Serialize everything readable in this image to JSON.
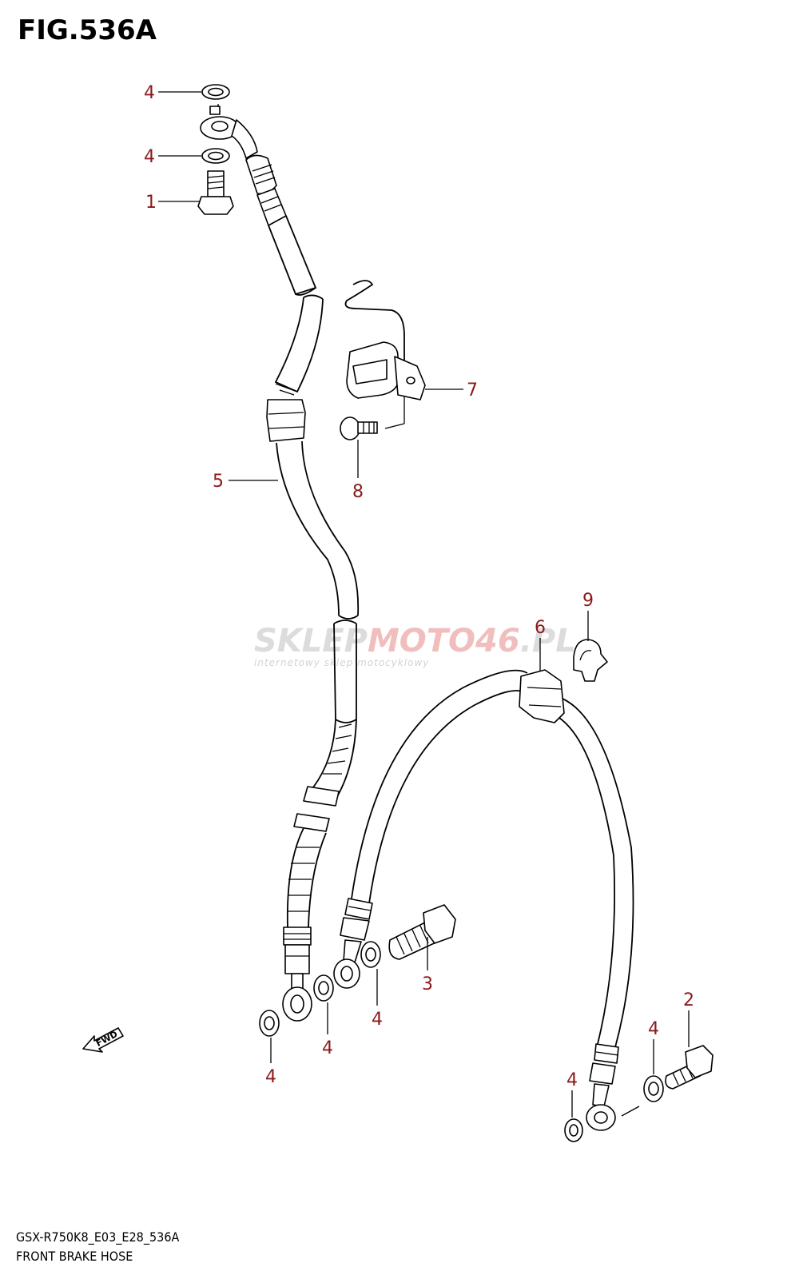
{
  "figure": {
    "title": "FIG.536A",
    "code": "GSX-R750K8_E03_E28_536A",
    "name": "FRONT BRAKE HOSE"
  },
  "callouts": [
    {
      "id": "c-4a",
      "label": "4"
    },
    {
      "id": "c-4b",
      "label": "4"
    },
    {
      "id": "c-1",
      "label": "1"
    },
    {
      "id": "c-7",
      "label": "7"
    },
    {
      "id": "c-5",
      "label": "5"
    },
    {
      "id": "c-8",
      "label": "8"
    },
    {
      "id": "c-9",
      "label": "9"
    },
    {
      "id": "c-6",
      "label": "6"
    },
    {
      "id": "c-3",
      "label": "3"
    },
    {
      "id": "c-2",
      "label": "2"
    },
    {
      "id": "c-4c",
      "label": "4"
    },
    {
      "id": "c-4d",
      "label": "4"
    },
    {
      "id": "c-4e",
      "label": "4"
    },
    {
      "id": "c-4f",
      "label": "4"
    },
    {
      "id": "c-4g",
      "label": "4"
    }
  ],
  "watermark": {
    "brand_left": "SKLEP",
    "brand_mid": "MOTO",
    "brand_num": "46",
    "brand_right": ".PL",
    "tagline": "internetowy sklep motocyklowy"
  },
  "fwd_label": "FWD"
}
